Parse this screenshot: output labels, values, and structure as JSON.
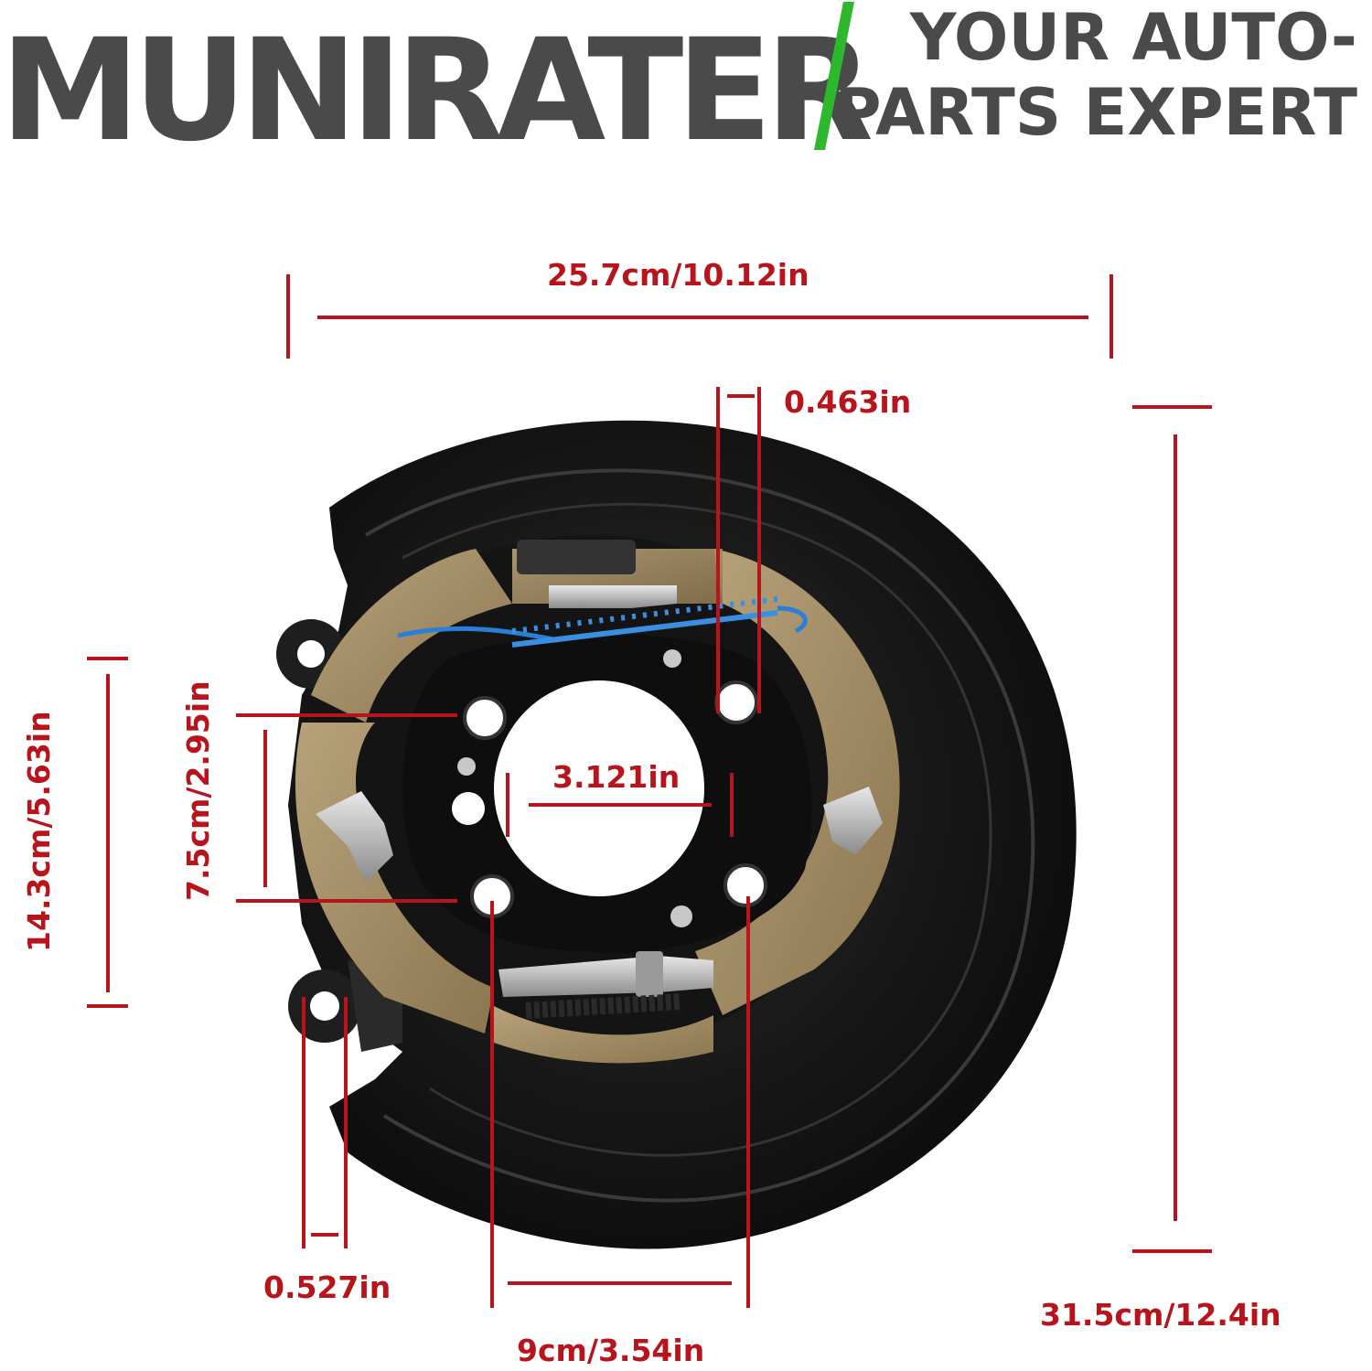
{
  "brand": {
    "name": "MUNIRATER",
    "tagline_line1": "YOUR AUTO-",
    "tagline_line2": "PARTS EXPERT",
    "accent_color": "#2db82d",
    "text_color": "#4a4a4a"
  },
  "dimensions": {
    "width": "25.7cm/10.12in",
    "height": "31.5cm/12.4in",
    "flange_height": "14.3cm/5.63in",
    "bolt_vertical": "7.5cm/2.95in",
    "bolt_horizontal": "9cm/3.54in",
    "center_bore": "3.121in",
    "slot_top": "0.463in",
    "slot_bottom": "0.527in",
    "line_color": "#b8141c"
  },
  "product": {
    "icon": "brake-backing-plate-icon"
  }
}
